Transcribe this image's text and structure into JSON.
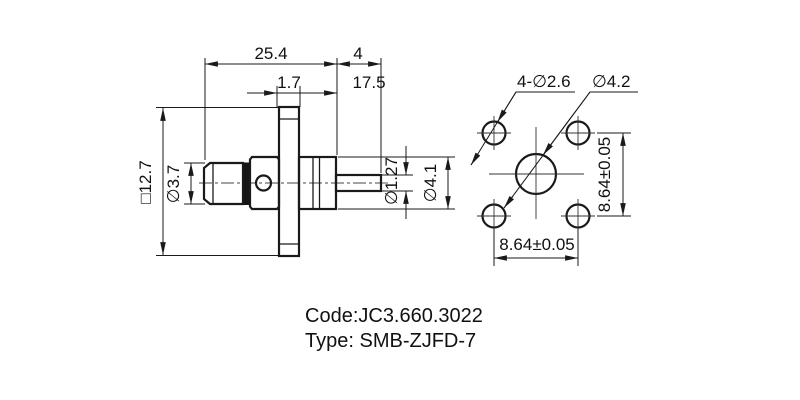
{
  "drawing": {
    "side_view": {
      "dim_total_length": "25.4",
      "dim_pin_length": "4",
      "dim_flange_thickness": "1.7",
      "dim_rear_length": "17.5",
      "dim_square_flange": "□12.7",
      "dim_nut_diameter": "∅3.7",
      "dim_pin_diameter": "∅1.27",
      "dim_body_diameter": "∅4.1"
    },
    "front_view": {
      "dim_mounting_holes": "4-∅2.6",
      "dim_center_hole": "∅4.2",
      "dim_hole_spacing_vertical": "8.64±0.05",
      "dim_hole_spacing_horizontal": "8.64±0.05"
    },
    "title_block": {
      "code_line": "Code:JC3.660.3022",
      "type_line": "Type: SMB-ZJFD-7"
    }
  }
}
